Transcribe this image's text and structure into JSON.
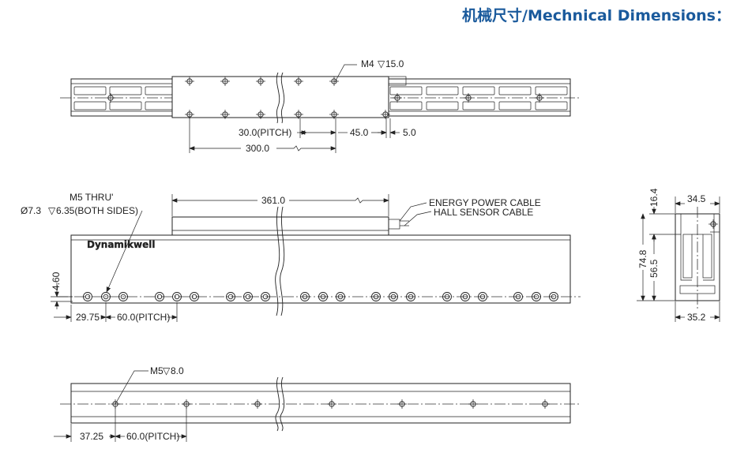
{
  "title": "机械尺寸/Mechnical Dimensions：",
  "colors": {
    "title": "#1a5a9c",
    "line": "#222222"
  },
  "top_view": {
    "hole_callout": "M4",
    "hole_depth": "15.0",
    "pitch_label": "30.0(PITCH)",
    "dim_45": "45.0",
    "dim_5": "5.0",
    "dim_300": "300.0"
  },
  "front_view": {
    "length_label": "361.0",
    "cable_1": "ENERGY POWER CABLE",
    "cable_2": "HALL SENSOR CABLE",
    "thru_label": "M5 THRU'",
    "cbore_label": "Ø7.3",
    "cbore_depth": "6.35(BOTH SIDES)",
    "brand": "Dynamikwell",
    "dim_4_60": "4.60",
    "dim_29_75": "29.75",
    "pitch_label": "60.0(PITCH)"
  },
  "side_view": {
    "dim_16_4": "16.4",
    "dim_34_5": "34.5",
    "dim_74_8": "74.8",
    "dim_56_5": "56.5",
    "dim_35_2": "35.2"
  },
  "bottom_view": {
    "hole_callout": "M5",
    "hole_depth": "8.0",
    "dim_37_25": "37.25",
    "pitch_label": "60.0(PITCH)"
  }
}
